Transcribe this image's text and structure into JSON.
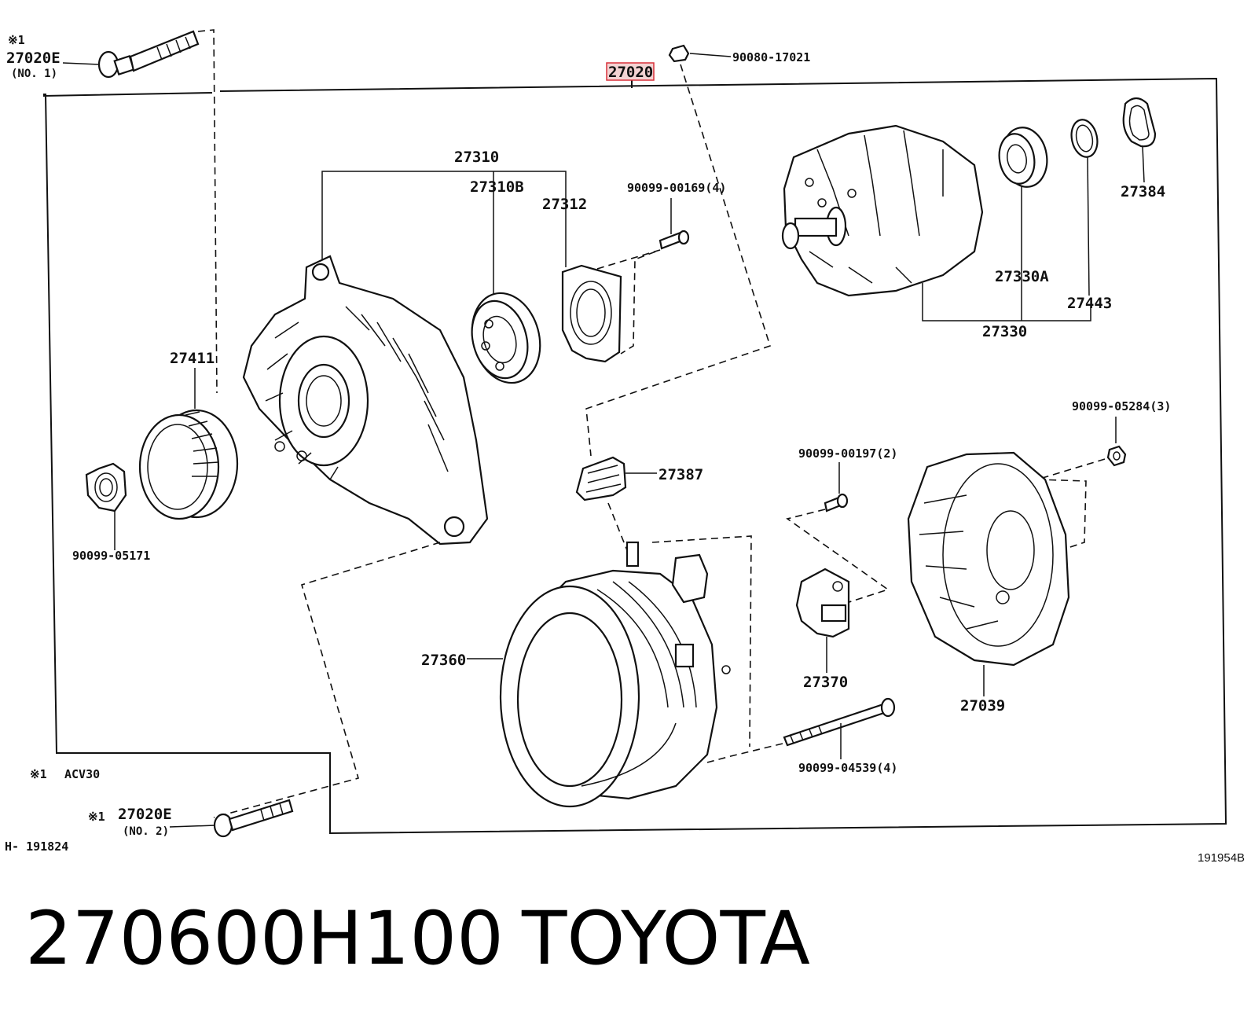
{
  "diagram": {
    "assembly_number": "27020",
    "notes": {
      "note_symbol": "※1",
      "note_text": "ACV30",
      "drawing_code": "H- 191824",
      "figure_code": "191954B"
    },
    "labels": {
      "bolt_top_part": "27020E",
      "bolt_top_no": "(NO. 1)",
      "bolt_bottom_part": "27020E",
      "bolt_bottom_no": "(NO. 2)",
      "nut_top": "90080-17021",
      "frame": "27310",
      "bearing_front": "27310B",
      "retainer": "27312",
      "screw_retainer": "90099-00169(4)",
      "pulley": "27411",
      "pulley_nut": "90099-05171",
      "rotor": "27330",
      "rotor_bearing": "27330A",
      "collar": "27443",
      "cover_seal": "27384",
      "terminal_insulator": "27387",
      "screw_brush": "90099-00197(2)",
      "nut_rear": "90099-05284(3)",
      "stator": "27360",
      "brush_holder": "27370",
      "rear_cover": "27039",
      "through_bolt": "90099-04539(4)"
    }
  },
  "caption": {
    "part_number": "270600H100",
    "brand": "TOYOTA"
  }
}
